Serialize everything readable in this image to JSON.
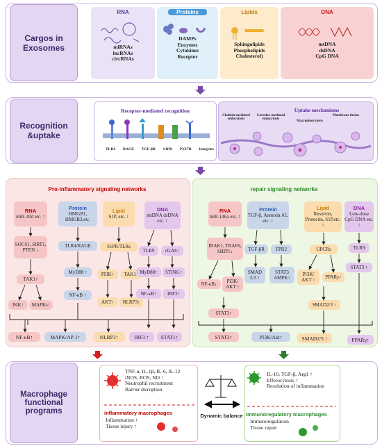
{
  "sections": {
    "cargos": "Cargos in Exosomes",
    "recognition": "Recognition &uptake",
    "programs": "Macrophage functional programs"
  },
  "cargos": {
    "rna": {
      "title": "RNA",
      "items": [
        "miRNAs",
        "lncRNAs",
        "circRNAs"
      ]
    },
    "proteins": {
      "title": "Proteins",
      "items": [
        "DAMPs",
        "Enzymes",
        "Cytokines",
        "Receptor"
      ]
    },
    "lipids": {
      "title": "Lipids",
      "items": [
        "Sphingolipids",
        "Phospholipids",
        "Cholesterol)"
      ]
    },
    "dna": {
      "title": "DNA",
      "items": [
        "mtDNA",
        "dsDNA",
        "CpG DNA"
      ]
    }
  },
  "recognition": {
    "receptor_title": "Receptor-mediated recognition",
    "receptors": [
      "TLR4",
      "RAGE",
      "TGF-βR",
      "S1PR",
      "P2X7R",
      "Integrins"
    ],
    "uptake_title": "Uptake mechanisms",
    "uptake": [
      "Clathrin-mediated endocytosis",
      "Caveolae-mediated endocytosis",
      "Macropinocytosis",
      "Membrane fusion"
    ]
  },
  "pro": {
    "title": "Pro-inflammatory signaling networks",
    "rna": {
      "title": "RNA",
      "cargo": "miR-30d etc. ↑",
      "targets": "SOCS1, SIRT1, PTEN ↓",
      "tak1": "TAK1↑",
      "ikk": "IKK↑",
      "mapk": "MAPKs↑"
    },
    "protein": {
      "title": "Protein",
      "cargo": "HMGB1, HMGB3,etc.",
      "receptor": "TLR4/RAGE",
      "myd88": "MyD88 ↑",
      "nfkb": "NF-κB ↑"
    },
    "lipid": {
      "title": "Lipid",
      "cargo": "S1P, etc. ↑",
      "receptor": "S1PR/TLRs",
      "pi3k": "PI3K↑",
      "tak1": "TAK1↑",
      "akt": "AKT↑",
      "nlrp3": "NLRP3↑"
    },
    "dna": {
      "title": "DNA",
      "cargo": "mtDNA dsDNA etc. ↑",
      "tlr9": "TLR9",
      "cgas": "cGAS↑",
      "myd88": "MyD88↑",
      "sting": "STING↑",
      "nfkb": "NF-κB↑",
      "irf3": "IRF3↑"
    },
    "outputs": [
      "NF-κB↑",
      "MAPK/AP-1↑",
      "NLRP3↑",
      "IRF3 ↑",
      "STAT1↑"
    ]
  },
  "repair": {
    "title": "repair signaling networks",
    "rna": {
      "title": "RNA",
      "cargo": "miR-146a etc. ↑",
      "targets": "IRAK1, TRAF6, SHIP1↓",
      "nfkb": "NF-κB↓",
      "pi3k": "PI3K/ AKT ↑",
      "stat3": "STAT3↑"
    },
    "protein": {
      "title": "Protein",
      "cargo": "TGF-β, Annexin A1, etc. ↑",
      "tgfbr": "TGF-βR",
      "fpr2": "FPR2",
      "smad": "SMAD 2/3 ↑",
      "stat3": "STAT3 AMPK↑"
    },
    "lipid": {
      "title": "Lipid",
      "cargo": "Resolvin, Protectin, S1P,etc. ↑",
      "gpcr": "GPCRs",
      "pi3k": "PI3K/ AKT ↑",
      "ppar": "PPARγ↑",
      "smad": "SMAD2/3 ↑"
    },
    "dna": {
      "title": "DNA",
      "cargo": "Low-dose CpG DNA etc. ↑",
      "tlr9": "TLR9",
      "stat3": "STAT3 ↑"
    },
    "outputs": [
      "STAT3↑",
      "PI3K/Akt↑",
      "SMAD2/3 ↑",
      "PPARγ↑"
    ]
  },
  "programs": {
    "inflam_lines": [
      "TNF-α, IL-1β, IL-6, IL-12",
      "iNOS, ROS, NO ↑",
      "Neutrophil recruitment",
      "Barrier disruption"
    ],
    "inflam_title": "inflammatory macrophages",
    "inflam_effects": [
      "Inflammation ↑",
      "Tissue injury ↑"
    ],
    "balance": "Dynamic balance",
    "immuno_lines": [
      "IL-10, TGF-β, Arg1 ↑",
      "Efferocytosis ↑",
      "Resolution of inflammation"
    ],
    "immuno_title": "immunoregulatory macrophages",
    "immuno_effects": [
      "Immunoregulation",
      "Tissue repair"
    ]
  },
  "colors": {
    "pro_bg": "#fbe6e6",
    "repair_bg": "#eef6e4",
    "frame": "#b99ad8",
    "red_title": "#c00000",
    "green_title": "#2e8b2e"
  }
}
